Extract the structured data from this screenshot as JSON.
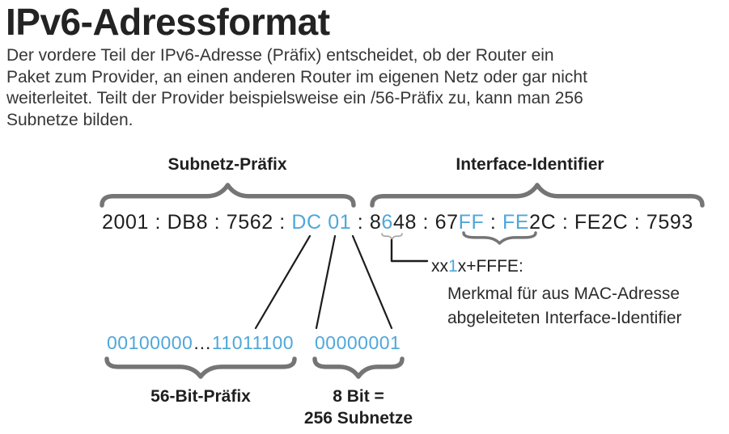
{
  "title": "IPv6-Adressformat",
  "intro_lines": [
    "Der vordere Teil der IPv6-Adresse (Präfix) entscheidet, ob der Router ein",
    "Paket zum Provider, an einen anderen Router im eigenen Netz oder gar nicht",
    "weiterleitet. Teilt der Provider beispielsweise ein /56-Präfix zu, kann man 256",
    "Subnetze bilden."
  ],
  "colors": {
    "highlight_blue": "#4fa7da",
    "brace_gray": "#757575",
    "small_brace_gray": "#a3a3a3",
    "text_black": "#1e1e1e"
  },
  "diagram": {
    "subnet_prefix_label": "Subnetz-Präfix",
    "interface_identifier_label": "Interface-Identifier",
    "address_segments": [
      {
        "text": "2001 : DB8 : 7562 : ",
        "hl": false
      },
      {
        "text": "DC 01",
        "hl": true
      },
      {
        "text": " : 8",
        "hl": false
      },
      {
        "text": "6",
        "hl": true
      },
      {
        "text": "48 : 67",
        "hl": false
      },
      {
        "text": "FF",
        "hl": true
      },
      {
        "text": " : ",
        "hl": false
      },
      {
        "text": "FE",
        "hl": true
      },
      {
        "text": "2C : FE2C : 7593",
        "hl": false
      }
    ],
    "eui64_rule_segments": [
      {
        "text": "xx",
        "hl": false
      },
      {
        "text": "1",
        "hl": true
      },
      {
        "text": "x+FFFE:",
        "hl": false
      }
    ],
    "eui64_note_line1": "Merkmal für aus MAC-Adresse",
    "eui64_note_line2": "abgeleiteten Interface-Identifier",
    "binary_prefix_segments": [
      {
        "text": "00100000",
        "hl": true
      },
      {
        "text": "…",
        "hl": false
      },
      {
        "text": "11011100",
        "hl": true
      }
    ],
    "binary_subnet_segments": [
      {
        "text": "00000001",
        "hl": true
      }
    ],
    "prefix56_label": "56-Bit-Präfix",
    "bit8_label_line1": "8 Bit =",
    "bit8_label_line2": "256 Subnetze"
  }
}
